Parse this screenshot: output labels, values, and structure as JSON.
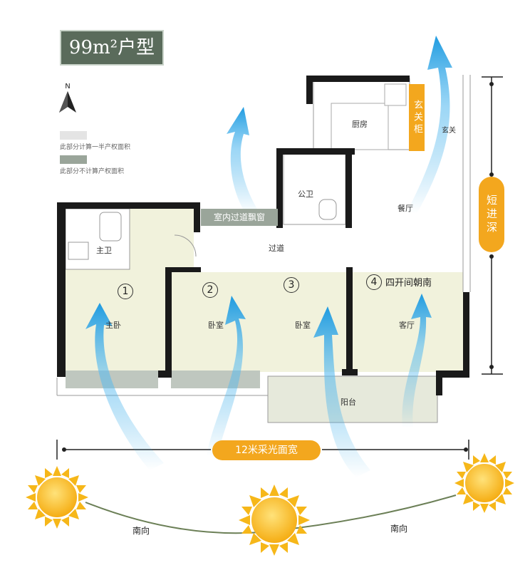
{
  "title": "99m²户型",
  "compass": {
    "label": "N"
  },
  "legend": [
    {
      "text": "此部分计算一半产权面积",
      "color": "#e4e4e4"
    },
    {
      "text": "此部分不计算产权面积",
      "color": "#9aa59a"
    }
  ],
  "rooms": {
    "kitchen": "厨房",
    "entrance_cabinet": "玄关柜",
    "entrance": "玄关",
    "public_bath": "公卫",
    "dining": "餐厅",
    "master_bath": "主卫",
    "corridor": "过道",
    "corridor_window": "室内过道飘窗",
    "master_bed": "主卧",
    "bed2": "卧室",
    "bed3": "卧室",
    "living": "客厅",
    "balcony": "阳台"
  },
  "rooms_numbers": [
    "1",
    "2",
    "3",
    "4"
  ],
  "south_facing": "四开间朝南",
  "depth_label": "短进深",
  "width_label": "12米采光面宽",
  "sun_dir_left": "南向",
  "sun_dir_right": "南向",
  "colors": {
    "wall": "#1a1a1a",
    "room_fill": "#f1f2dc",
    "arrow": "#2aa5e6",
    "sun": "#f6b719",
    "accent": "#f3a71e"
  }
}
